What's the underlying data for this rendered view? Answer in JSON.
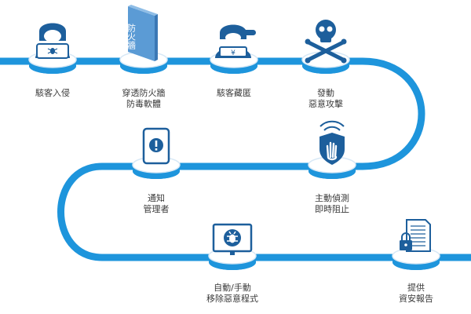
{
  "colors": {
    "path": "#1e95dc",
    "icon": "#1d5f9c",
    "disc": "#ffffff",
    "disc_rim": "#d7e8f6",
    "text": "#3a3a3a"
  },
  "steps": [
    {
      "id": "hacker-intrusion",
      "icon": "hacker-icon",
      "lines": [
        "駭客入侵"
      ]
    },
    {
      "id": "bypass-firewall",
      "icon": "firewall-panel-icon",
      "panel_text": "防火牆",
      "lines": [
        "穿透防火牆",
        "防毒軟體"
      ]
    },
    {
      "id": "hacker-hide",
      "icon": "hacker-with-laptop-icon",
      "lines": [
        "駭客藏匿"
      ]
    },
    {
      "id": "launch-attack",
      "icon": "skull-crossbones-icon",
      "lines": [
        "發動",
        "惡意攻擊"
      ]
    },
    {
      "id": "notify-admin",
      "icon": "mobile-alert-icon",
      "lines": [
        "通知",
        "管理者"
      ]
    },
    {
      "id": "detect-block",
      "icon": "shield-stop-hand-icon",
      "lines": [
        "主動偵測",
        "即時阻止"
      ]
    },
    {
      "id": "remove-malware",
      "icon": "monitor-bug-icon",
      "lines": [
        "自動/手動",
        "移除惡意程式"
      ]
    },
    {
      "id": "security-report",
      "icon": "report-lock-icon",
      "lines": [
        "提供",
        "資安報告"
      ]
    }
  ]
}
